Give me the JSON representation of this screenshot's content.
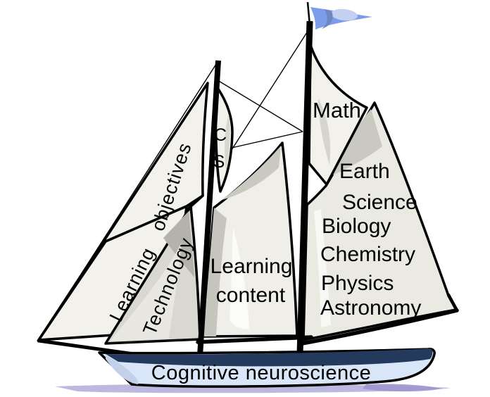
{
  "diagram": {
    "type": "sailboat-metaphor",
    "background": "#ffffff",
    "flag": {
      "color": "#7e9de9",
      "highlight": "#c3d0f2",
      "swoosh": "#7086c0"
    },
    "sails": {
      "fill": "#f2f1eb",
      "outline": "#000000",
      "jib_label_line1": "Learning",
      "jib_label_line2": "objectives",
      "staysail_label": "Technology",
      "foresail_label_line1": "C",
      "foresail_label_line2": "S",
      "mainsail_label_line1": "Learning",
      "mainsail_label_line2": "content",
      "gaff_label": "Math",
      "subjects": [
        "Earth",
        "Science",
        "Biology",
        "Chemistry",
        "Physics",
        "Astronomy"
      ]
    },
    "hull": {
      "label": "Cognitive neuroscience",
      "body_color": "#d9e6f8",
      "stripe_color": "#243a5c",
      "shadow_color": "#b2abd9"
    }
  }
}
